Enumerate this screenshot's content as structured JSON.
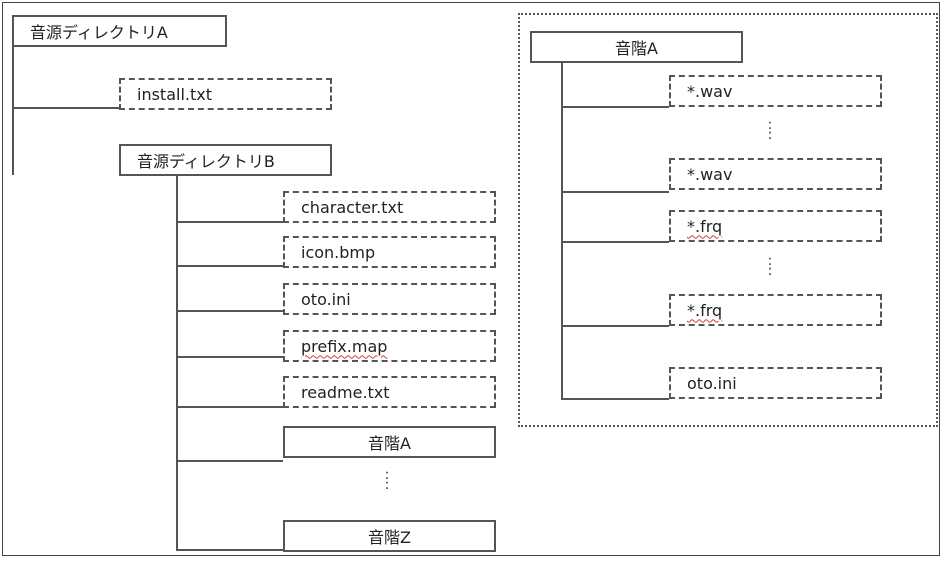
{
  "left_tree": {
    "root": "音源ディレクトリA",
    "install_file": "install.txt",
    "dir_b": "音源ディレクトリB",
    "files": [
      "character.txt",
      "icon.bmp",
      "oto.ini",
      "prefix.map",
      "readme.txt"
    ],
    "voice_dir_first": "音階A",
    "voice_dir_last": "音階Z",
    "ellipsis": ":"
  },
  "right_tree": {
    "root": "音階A",
    "wav_1": "*.wav",
    "wav_2": "*.wav",
    "frq_1": "*.frq",
    "frq_2": "*.frq",
    "oto": "oto.ini",
    "ellipsis": ":"
  }
}
